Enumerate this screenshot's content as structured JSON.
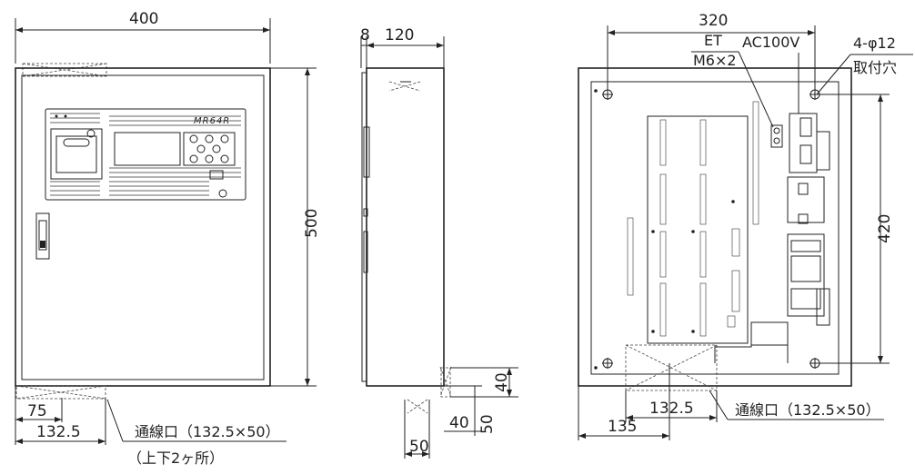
{
  "front": {
    "width": "400",
    "height": "500",
    "brand": "MR64R",
    "hole_offset": "75",
    "hole_center": "132.5",
    "wiring_note": "通線口（132.5×50）",
    "wiring_note2": "（上下2ヶ所）"
  },
  "side": {
    "door_thickness": "8",
    "depth": "120",
    "hole_height": "40",
    "hole_offset": "50",
    "hole_depth": "40",
    "hole_width": "50"
  },
  "back": {
    "mount_width": "320",
    "mount_height": "420",
    "et_label": "ET",
    "screw_label": "M6×2",
    "power_label": "AC100V",
    "holes_label": "4-φ12",
    "holes_label2": "取付穴",
    "hole_center": "132.5",
    "hole_offset": "135",
    "wiring_note": "通線口（132.5×50）"
  }
}
